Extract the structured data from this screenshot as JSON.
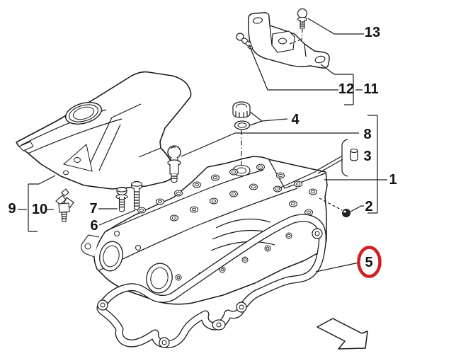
{
  "diagram": {
    "type": "exploded-parts-illustration",
    "background": "#ffffff",
    "line_color": "#1a1a1a",
    "callouts": {
      "n1": "1",
      "n2": "2",
      "n3": "3",
      "n4": "4",
      "n5": "5",
      "n6": "6",
      "n7": "7",
      "n8": "8",
      "n9": "9",
      "n10": "10",
      "n11": "11",
      "n12": "12",
      "n13": "13"
    },
    "highlight": {
      "target_callout": "5",
      "shape": "ellipse",
      "color": "#d21f26"
    },
    "nav_arrow": {
      "icon": "direction-arrow-icon",
      "direction": "down-right"
    }
  }
}
